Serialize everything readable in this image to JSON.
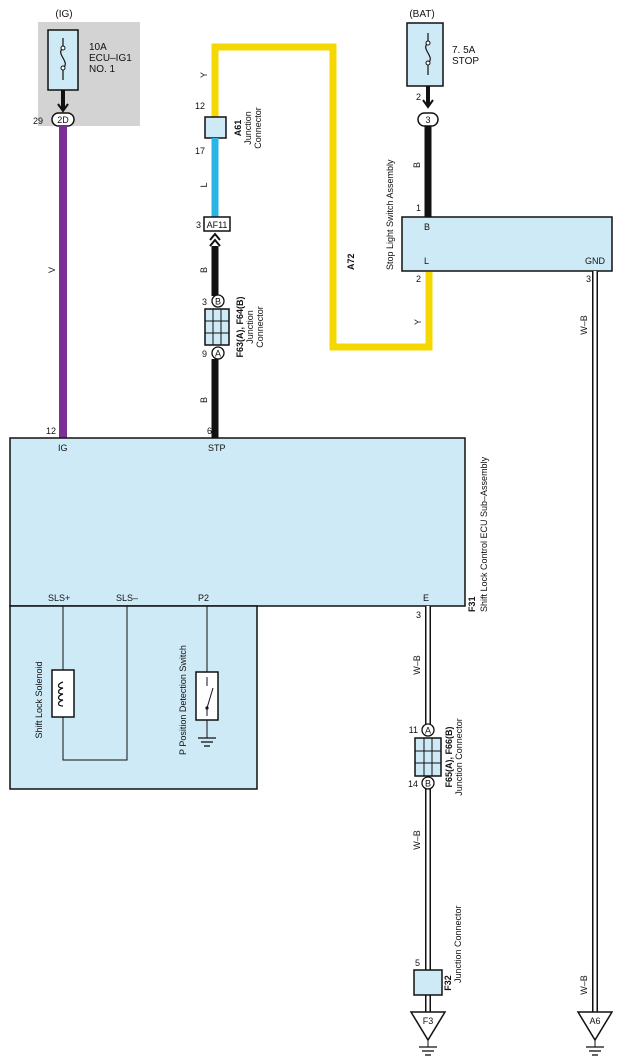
{
  "fuses": {
    "ig": {
      "source": "(IG)",
      "rating": "10A",
      "name": "ECU–IG1",
      "name2": "NO. 1"
    },
    "bat": {
      "source": "(BAT)",
      "rating": "7. 5A",
      "name": "STOP"
    }
  },
  "connectors": {
    "ig_pin": {
      "pin": "29",
      "id": "2D"
    },
    "bat_pin": {
      "pin": "2",
      "id": "3"
    },
    "a61": {
      "code": "A61",
      "name": "Junction",
      "name2": "Connector",
      "pin_top": "12",
      "pin_bottom": "17"
    },
    "af11": {
      "pin": "3",
      "id": "AF11"
    },
    "f63": {
      "code": "F63(A), F64(B)",
      "name": "Junction",
      "name2": "Connector",
      "pin_top": "3",
      "letter_top": "B",
      "pin_bottom": "9",
      "letter_bottom": "A"
    },
    "f65": {
      "code": "F65(A), F66(B)",
      "name": "Junction Connector",
      "pin_top": "11",
      "letter_top": "A",
      "pin_bottom": "14",
      "letter_bottom": "B"
    },
    "f32": {
      "code": "F32",
      "name": "Junction Connector",
      "pin": "5"
    }
  },
  "wires": {
    "v": "V",
    "y1": "Y",
    "l": "L",
    "b1": "B",
    "b2": "B",
    "b3": "B",
    "y2": "Y",
    "wb1": "W–B",
    "wb2": "W–B",
    "wb3": "W–B",
    "wb4": "W–B"
  },
  "stop_switch": {
    "code": "A72",
    "name": "Stop Light Switch Assembly",
    "term_b": "B",
    "term_l": "L",
    "term_gnd": "GND",
    "pin_b": "1",
    "pin_l": "2",
    "pin_gnd": "3"
  },
  "ecu": {
    "code": "F31",
    "name": "Shift Lock Control ECU Sub–Assembly",
    "term_ig": "IG",
    "term_stp": "STP",
    "pin_ig": "12",
    "pin_stp": "6",
    "term_sls_plus": "SLS+",
    "term_sls_minus": "SLS–",
    "term_p2": "P2",
    "term_e": "E",
    "pin_e": "3",
    "solenoid": "Shift Lock Solenoid",
    "p_switch": "P Position Detection Switch"
  },
  "grounds": {
    "f3": "F3",
    "a6": "A6"
  },
  "colors": {
    "violet": "#7b2f96",
    "yellow": "#f5d800",
    "blue": "#29b6e6",
    "black": "#111111",
    "panel": "#cfeaf7",
    "fuse_bg": "#d3d3d3"
  },
  "icons": [
    "fuse-icon",
    "coil-icon",
    "switch-icon",
    "ground-icon",
    "connector-icon"
  ]
}
